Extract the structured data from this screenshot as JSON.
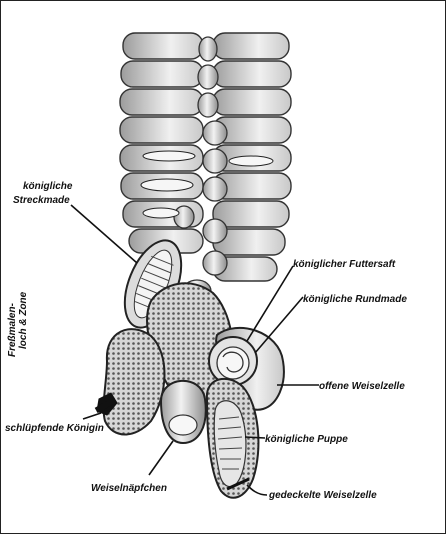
{
  "labels": {
    "streckmade_line1": "königliche",
    "streckmade_line2": "Streckmade",
    "futtersaft": "königlicher Futtersaft",
    "rundmade": "königliche Rundmade",
    "offene_weiselzelle": "offene Weiselzelle",
    "puppe": "königliche Puppe",
    "gedeckelte_weiselzelle": "gedeckelte Weiselzelle",
    "schluepfende_koenigin": "schlüpfende Königin",
    "weiselnaepfchen": "Weiselnäpfchen",
    "side_line1": "Freßmalen-",
    "side_line2": "loch & Zone"
  },
  "colors": {
    "ink": "#1a1a1a",
    "comb_light": "#e8e8e8",
    "comb_mid": "#bdbdbd",
    "shade": "#8a8a8a"
  }
}
